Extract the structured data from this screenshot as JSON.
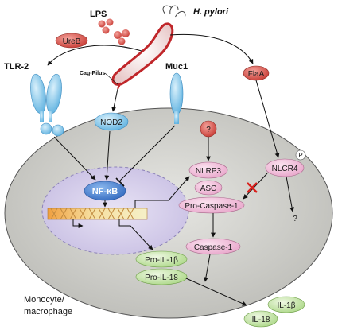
{
  "labels": {
    "hpylori": "H. pylori",
    "lps": "LPS",
    "ureb": "UreB",
    "tlr2": "TLR-2",
    "cag_pilus": "Cag-Pilus",
    "muc1": "Muc1",
    "flaa": "FlaA",
    "nod2": "NOD2",
    "nfkb": "NF-κB",
    "question_top": "?",
    "nlrp3": "NLRP3",
    "asc": "ASC",
    "pro_caspase": "Pro-Caspase-1",
    "caspase": "Caspase-1",
    "nlrc4": "NLCR4",
    "p_badge": "P",
    "question_right": "?",
    "pro_il1b": "Pro-IL-1β",
    "pro_il18": "Pro-IL-18",
    "il1b": "IL-1β",
    "il18": "IL-18",
    "cell_line1": "Monocyte/",
    "cell_line2": "macrophage"
  },
  "colors": {
    "cell_fill": "#dcdcd8",
    "nucleus_fill": "#d9d3ec",
    "bacterium_outline": "#c0262a",
    "receptor_blue": "#7fc5ea",
    "pill_red": "#e0605a",
    "pill_pink": "#f1b9d8",
    "pill_green": "#c8e6a8",
    "inhibit_red": "#d8201c",
    "nfkb_blue": "#3f7fd0"
  }
}
